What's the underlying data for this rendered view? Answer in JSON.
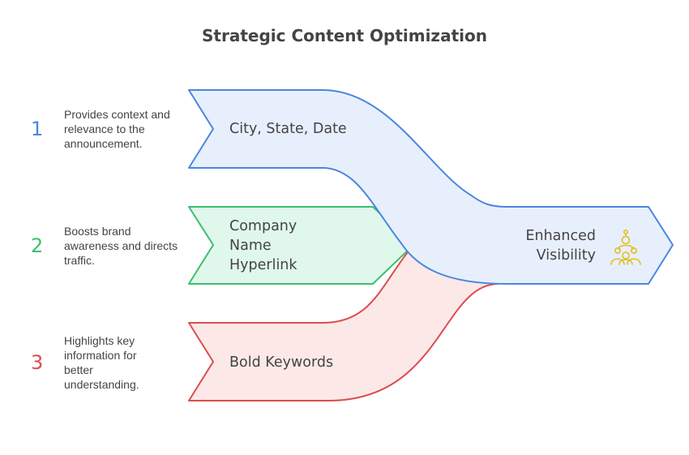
{
  "title": "Strategic Content Optimization",
  "colors": {
    "blue": "#4a86e0",
    "blue_fill": "#e8effc",
    "green": "#3cbf6e",
    "green_fill": "#e0f8ec",
    "red": "#db4d4d",
    "red_fill": "#fde8e8",
    "icon": "#e0c022",
    "text": "#444444"
  },
  "items": [
    {
      "number": "1",
      "label": "City, State, Date",
      "description": "Provides context and relevance to the announcement.",
      "color": "#4a86e0"
    },
    {
      "number": "2",
      "label": "Company Name Hyperlink",
      "description": "Boosts brand awareness and directs traffic.",
      "color": "#3cbf6e"
    },
    {
      "number": "3",
      "label": "Bold Keywords",
      "description": "Highlights key information for better understanding.",
      "color": "#db4d4d"
    }
  ],
  "outcome": {
    "label": "Enhanced Visibility",
    "icon": "team-icon"
  }
}
